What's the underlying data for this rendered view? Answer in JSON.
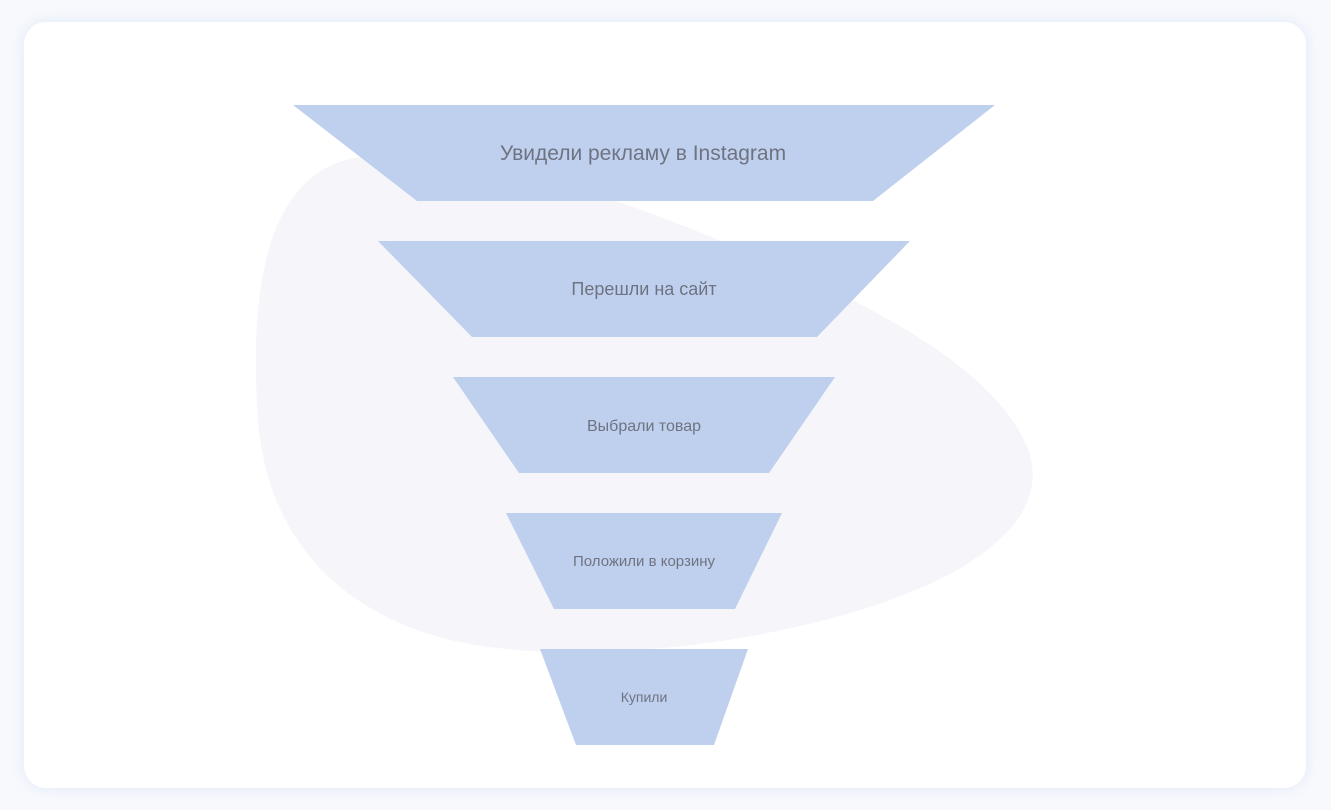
{
  "funnel": {
    "stages": [
      {
        "label": "Увидели рекламу в Instagram"
      },
      {
        "label": "Перешли на сайт"
      },
      {
        "label": "Выбрали товар"
      },
      {
        "label": "Положили в корзину"
      },
      {
        "label": "Купили"
      }
    ]
  },
  "colors": {
    "stage_fill": "#bfd0ee",
    "blob_fill": "#f5f5fa",
    "card_bg": "#ffffff",
    "page_bg": "#f7f9fd",
    "label_text": "#6f7381"
  }
}
